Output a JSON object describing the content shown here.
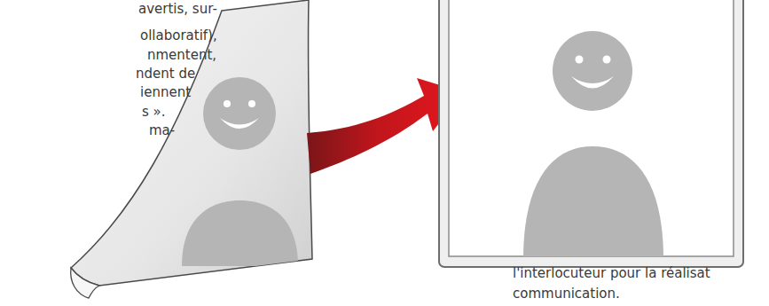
{
  "diagram": {
    "labels": [
      "avertis, sur-",
      "ollaboratif),",
      "nmentent,",
      "ndent de",
      "iennent",
      "s ».",
      "ma-",
      "l'interlocuteur pour la réalisat",
      "communication."
    ]
  }
}
